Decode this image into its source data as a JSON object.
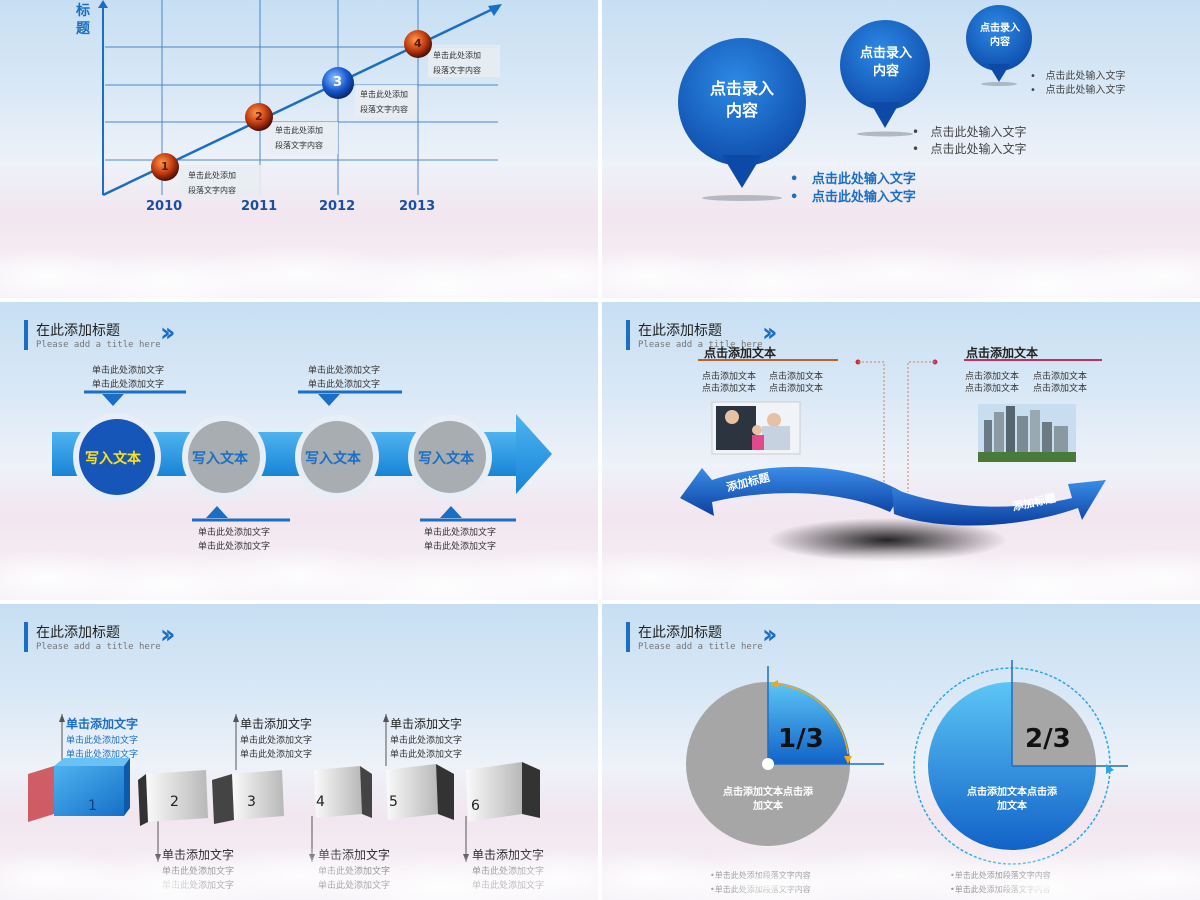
{
  "s1": {
    "y_label": "标题",
    "years": [
      "2010",
      "2011",
      "2012",
      "2013"
    ],
    "steps": [
      {
        "num": "1",
        "line1": "单击此处添加",
        "line2": "段落文字内容"
      },
      {
        "num": "2",
        "line1": "单击此处添加",
        "line2": "段落文字内容"
      },
      {
        "num": "3",
        "line1": "单击此处添加",
        "line2": "段落文字内容"
      },
      {
        "num": "4",
        "line1": "单击此处添加",
        "line2": "段落文字内容"
      }
    ]
  },
  "s2": {
    "bubble_big": "点击录入内容",
    "bubble_mid": "点击录入内容",
    "bubble_small": "点击录入内容",
    "bullets_small": [
      "点击此处输入文字",
      "点击此处输入文字"
    ],
    "bullets_mid": [
      "点击此处输入文字",
      "点击此处输入文字"
    ],
    "bullets_big": [
      "点击此处输入文字",
      "点击此处输入文字"
    ]
  },
  "header": {
    "title": "在此添加标题",
    "subtitle": "Please add a title here"
  },
  "s3": {
    "circles": [
      "写入文本",
      "写入文本",
      "写入文本",
      "写入文本"
    ],
    "top_notes": [
      {
        "l1": "单击此处添加文字",
        "l2": "单击此处添加文字"
      },
      {
        "l1": "单击此处添加文字",
        "l2": "单击此处添加文字"
      }
    ],
    "bottom_notes": [
      {
        "l1": "单击此处添加文字",
        "l2": "单击此处添加文字"
      },
      {
        "l1": "单击此处添加文字",
        "l2": "单击此处添加文字"
      }
    ]
  },
  "s4": {
    "left_title": "点击添加文本",
    "right_title": "点击添加文本",
    "cell": "点击添加文本",
    "left_arrow": "添加标题",
    "right_arrow": "添加标题"
  },
  "s5": {
    "cubes": [
      "1",
      "2",
      "3",
      "4",
      "5",
      "6"
    ],
    "top_labels": [
      {
        "title": "单击添加文字",
        "l1": "单击此处添加文字",
        "l2": "单击此处添加文字"
      },
      {
        "title": "单击添加文字",
        "l1": "单击此处添加文字",
        "l2": "单击此处添加文字"
      },
      {
        "title": "单击添加文字",
        "l1": "单击此处添加文字",
        "l2": "单击此处添加文字"
      }
    ],
    "bottom_labels": [
      {
        "title": "单击添加文字",
        "l1": "单击此处添加文字",
        "l2": "单击此处添加文字"
      },
      {
        "title": "单击添加文字",
        "l1": "单击此处添加文字",
        "l2": "单击此处添加文字"
      },
      {
        "title": "单击添加文字",
        "l1": "单击此处添加文字",
        "l2": "单击此处添加文字"
      }
    ]
  },
  "s6": {
    "frac_left": "1/3",
    "frac_right": "2/3",
    "left_circle_text": "点击添加文本点击添加文本",
    "right_circle_text": "点击添加文本点击添加文本",
    "left_bullets": [
      "•单击此处添加段落文字内容",
      "•单击此处添加段落文字内容"
    ],
    "right_bullets": [
      "•单击此处添加段落文字内容",
      "•单击此处添加段落文字内容"
    ]
  },
  "colors": {
    "accent": "#1a6fc4",
    "gray": "#a6a6a6"
  }
}
